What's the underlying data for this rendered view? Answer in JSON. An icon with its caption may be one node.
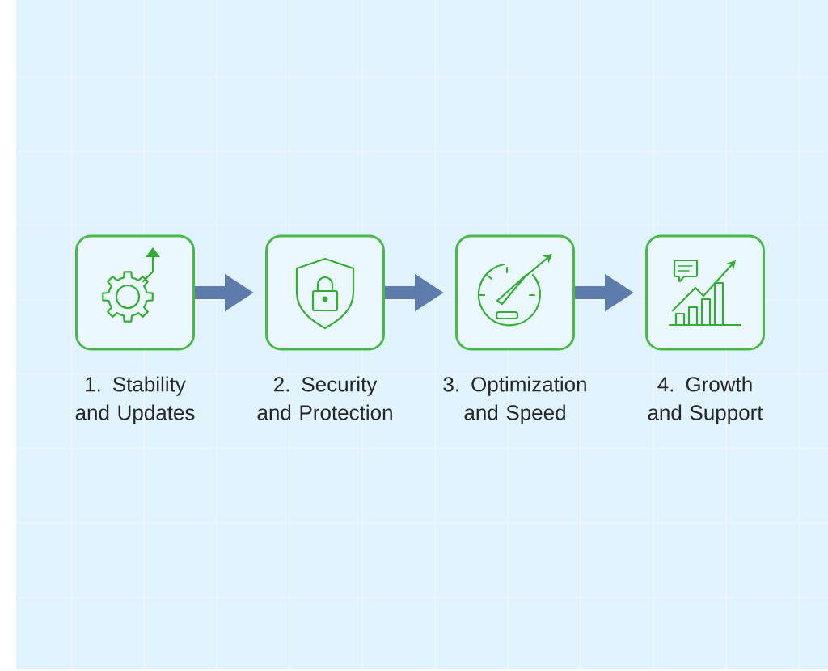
{
  "diagram": {
    "nodes": [
      {
        "text": [
          "1. Stability and Updates"
        ]
      },
      {
        "text": [
          "2. Security and Protection"
        ]
      },
      {
        "text": [
          "3. Optimization and Speed"
        ]
      },
      {
        "text": [
          "4. Growth and Support"
        ]
      }
    ],
    "edges": [
      {
        "from": 0,
        "to": 1,
        "arrow": "to"
      },
      {
        "from": 1,
        "to": 2,
        "arrow": "to"
      },
      {
        "from": 2,
        "to": 3,
        "arrow": "to"
      }
    ]
  }
}
